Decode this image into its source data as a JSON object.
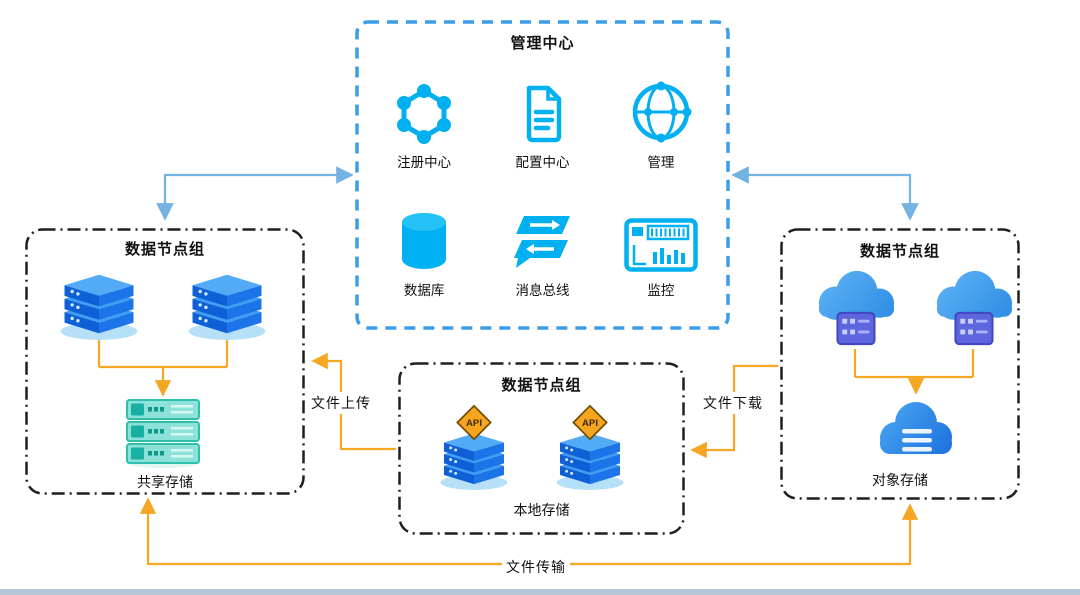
{
  "diagram": {
    "management_center": {
      "title": "管理中心",
      "items": [
        {
          "label": "注册中心",
          "icon": "registry-network-icon"
        },
        {
          "label": "配置中心",
          "icon": "config-document-icon"
        },
        {
          "label": "管理",
          "icon": "globe-network-icon"
        },
        {
          "label": "数据库",
          "icon": "database-cylinder-icon"
        },
        {
          "label": "消息总线",
          "icon": "message-bus-icon"
        },
        {
          "label": "监控",
          "icon": "monitor-dashboard-icon"
        }
      ]
    },
    "left_group": {
      "title": "数据节点组",
      "servers": 2,
      "server_icon": "isometric-server-icon",
      "storage_label": "共享存储",
      "storage_icon": "shared-storage-rack-icon"
    },
    "center_group": {
      "title": "数据节点组",
      "servers": 2,
      "api_badge": "API",
      "server_icon": "api-server-icon",
      "storage_label": "本地存储"
    },
    "right_group": {
      "title": "数据节点组",
      "servers": 2,
      "server_icon": "cloud-server-icon",
      "storage_label": "对象存储",
      "storage_icon": "object-storage-cloud-icon"
    },
    "edge_labels": {
      "upload": "文件上传",
      "download": "文件下载",
      "transfer": "文件传输"
    },
    "colors": {
      "icon_cyan": "#00b0f0",
      "arrow_orange": "#f5a623",
      "arrow_blue": "#74b2e2",
      "mgmt_border": "#3b9de8",
      "group_border": "#1f1f1f",
      "server_blue": "#1b74e8",
      "storage_teal": "#2fbfae",
      "cloud_panel_indigo": "#5d66dd",
      "api_badge_orange": "#f6a51e"
    }
  }
}
